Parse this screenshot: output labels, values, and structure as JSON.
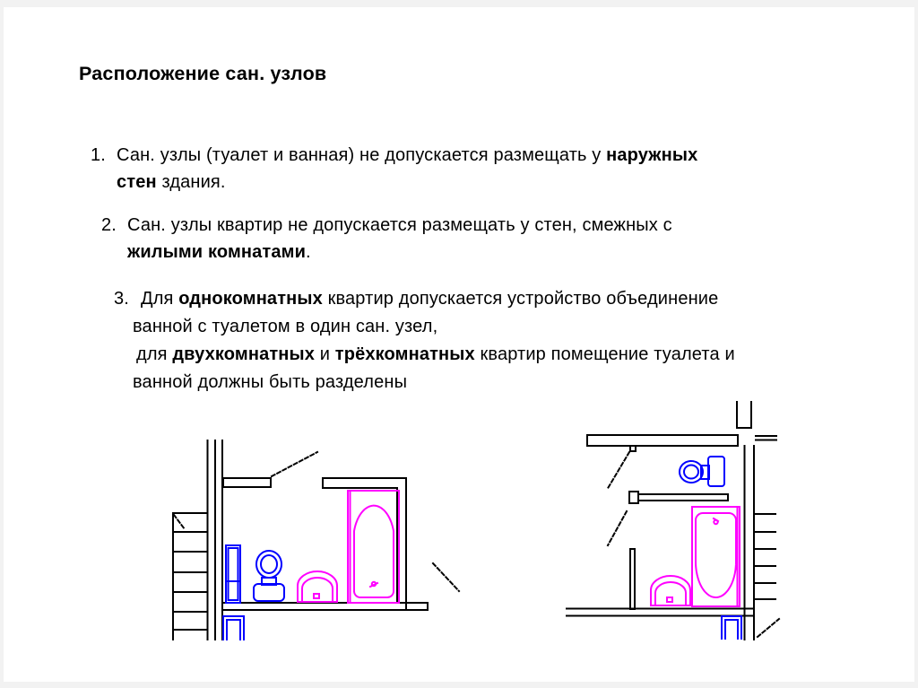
{
  "slide": {
    "title": "Расположение сан. узлов",
    "items": [
      {
        "number": "1.",
        "lines": [
          [
            "Сан. узлы (туалет и ванная) не допускается размещать у ",
            "наружных"
          ],
          [
            "стен",
            " здания."
          ]
        ]
      },
      {
        "number": "2.",
        "lines": [
          [
            "Сан. узлы квартир не допускается размещать у стен, смежных с"
          ],
          [
            "жилыми комнатами",
            "."
          ]
        ]
      },
      {
        "number": "3.",
        "lines": [
          [
            "Для ",
            "однокомнатных",
            " квартир допускается устройство объединение"
          ],
          [
            "ванной с туалетом в один сан. узел,"
          ],
          [
            "для ",
            "двухкомнатных",
            " и ",
            "трёхкомнатных",
            " квартир помещение туалета и"
          ],
          [
            "ванной должны быть разделены"
          ]
        ]
      }
    ]
  },
  "diagrams": {
    "left_plan": {
      "label": "combined-bathroom-floor-plan",
      "fixtures": [
        "stairs",
        "riser-shaft",
        "toilet",
        "sink",
        "bathtub",
        "door-swing",
        "door-frame"
      ]
    },
    "right_plan": {
      "label": "separate-toilet-and-bathroom-floor-plan",
      "fixtures": [
        "toilet",
        "riser-shaft",
        "bathtub",
        "sink",
        "stairs",
        "door-swing",
        "door-frame"
      ]
    }
  },
  "colors": {
    "fixture_magenta": "#FF00FF",
    "fixture_blue": "#0000FF",
    "line_black": "#000000",
    "page_edge": "#F2F2F2"
  }
}
